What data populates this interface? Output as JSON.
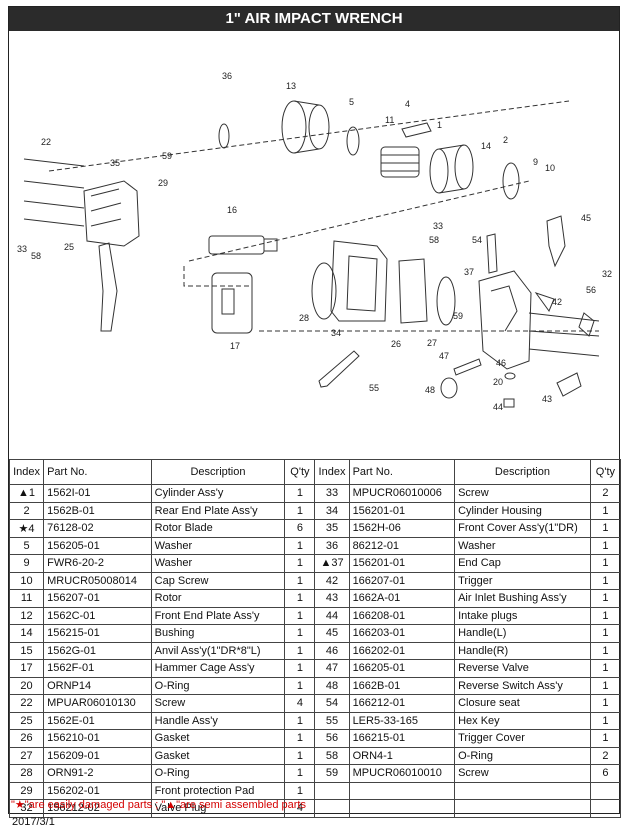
{
  "title": "1\" AIR IMPACT WRENCH",
  "headers": {
    "index": "Index",
    "part_no": "Part No.",
    "description": "Description",
    "qty": "Q'ty"
  },
  "left_rows": [
    {
      "index": "▲1",
      "part": "1562I-01",
      "desc": "Cylinder Ass'y",
      "qty": "1"
    },
    {
      "index": "2",
      "part": "1562B-01",
      "desc": "Rear End Plate Ass'y",
      "qty": "1"
    },
    {
      "index": "★4",
      "part": "76128-02",
      "desc": "Rotor Blade",
      "qty": "6"
    },
    {
      "index": "5",
      "part": "156205-01",
      "desc": "Washer",
      "qty": "1"
    },
    {
      "index": "9",
      "part": "FWR6-20-2",
      "desc": "Washer",
      "qty": "1"
    },
    {
      "index": "10",
      "part": "MRUCR05008014",
      "desc": "Cap Screw",
      "qty": "1"
    },
    {
      "index": "11",
      "part": "156207-01",
      "desc": "Rotor",
      "qty": "1"
    },
    {
      "index": "12",
      "part": "1562C-01",
      "desc": "Front End Plate Ass'y",
      "qty": "1"
    },
    {
      "index": "14",
      "part": "156215-01",
      "desc": "Bushing",
      "qty": "1"
    },
    {
      "index": "15",
      "part": "1562G-01",
      "desc": "Anvil Ass'y(1\"DR*8\"L)",
      "qty": "1"
    },
    {
      "index": "17",
      "part": "1562F-01",
      "desc": "Hammer Cage Ass'y",
      "qty": "1"
    },
    {
      "index": "20",
      "part": "ORNP14",
      "desc": "O-Ring",
      "qty": "1"
    },
    {
      "index": "22",
      "part": "MPUAR06010130",
      "desc": "Screw",
      "qty": "4"
    },
    {
      "index": "25",
      "part": "1562E-01",
      "desc": "Handle Ass'y",
      "qty": "1"
    },
    {
      "index": "26",
      "part": "156210-01",
      "desc": "Gasket",
      "qty": "1"
    },
    {
      "index": "27",
      "part": "156209-01",
      "desc": "Gasket",
      "qty": "1"
    },
    {
      "index": "28",
      "part": "ORN91-2",
      "desc": "O-Ring",
      "qty": "1"
    },
    {
      "index": "29",
      "part": "156202-01",
      "desc": "Front protection Pad",
      "qty": "1"
    },
    {
      "index": "32",
      "part": "156212-02",
      "desc": "Valve Plug",
      "qty": "4"
    }
  ],
  "right_rows": [
    {
      "index": "33",
      "part": "MPUCR06010006",
      "desc": "Screw",
      "qty": "2"
    },
    {
      "index": "34",
      "part": "156201-01",
      "desc": "Cylinder Housing",
      "qty": "1"
    },
    {
      "index": "35",
      "part": "1562H-06",
      "desc": "Front Cover Ass'y(1\"DR)",
      "qty": "1"
    },
    {
      "index": "36",
      "part": "86212-01",
      "desc": "Washer",
      "qty": "1"
    },
    {
      "index": "▲37",
      "part": "156201-01",
      "desc": "End Cap",
      "qty": "1"
    },
    {
      "index": "42",
      "part": "166207-01",
      "desc": "Trigger",
      "qty": "1"
    },
    {
      "index": "43",
      "part": "1662A-01",
      "desc": "Air Inlet Bushing Ass'y",
      "qty": "1"
    },
    {
      "index": "44",
      "part": "166208-01",
      "desc": "Intake plugs",
      "qty": "1"
    },
    {
      "index": "45",
      "part": "166203-01",
      "desc": "Handle(L)",
      "qty": "1"
    },
    {
      "index": "46",
      "part": "166202-01",
      "desc": "Handle(R)",
      "qty": "1"
    },
    {
      "index": "47",
      "part": "166205-01",
      "desc": "Reverse Valve",
      "qty": "1"
    },
    {
      "index": "48",
      "part": "1662B-01",
      "desc": "Reverse Switch Ass'y",
      "qty": "1"
    },
    {
      "index": "54",
      "part": "166212-01",
      "desc": "Closure seat",
      "qty": "1"
    },
    {
      "index": "55",
      "part": "LER5-33-165",
      "desc": "Hex Key",
      "qty": "1"
    },
    {
      "index": "56",
      "part": "166215-01",
      "desc": "Trigger Cover",
      "qty": "1"
    },
    {
      "index": "58",
      "part": "ORN4-1",
      "desc": "O-Ring",
      "qty": "2"
    },
    {
      "index": "59",
      "part": "MPUCR06010010",
      "desc": "Screw",
      "qty": "6"
    },
    {
      "index": "",
      "part": "",
      "desc": "",
      "qty": ""
    },
    {
      "index": "",
      "part": "",
      "desc": "",
      "qty": ""
    }
  ],
  "note": "\"★\"are easily damaged parts ; \"▲\"are semi assembled parts",
  "date": "2017/3/1",
  "callouts": [
    "36",
    "13",
    "5",
    "4",
    "11",
    "1",
    "14",
    "2",
    "9",
    "10",
    "22",
    "59",
    "35",
    "29",
    "16",
    "33",
    "58",
    "25",
    "45",
    "33",
    "58",
    "54",
    "37",
    "32",
    "56",
    "42",
    "59",
    "28",
    "34",
    "26",
    "27",
    "47",
    "46",
    "20",
    "44",
    "43",
    "48",
    "55",
    "17"
  ]
}
